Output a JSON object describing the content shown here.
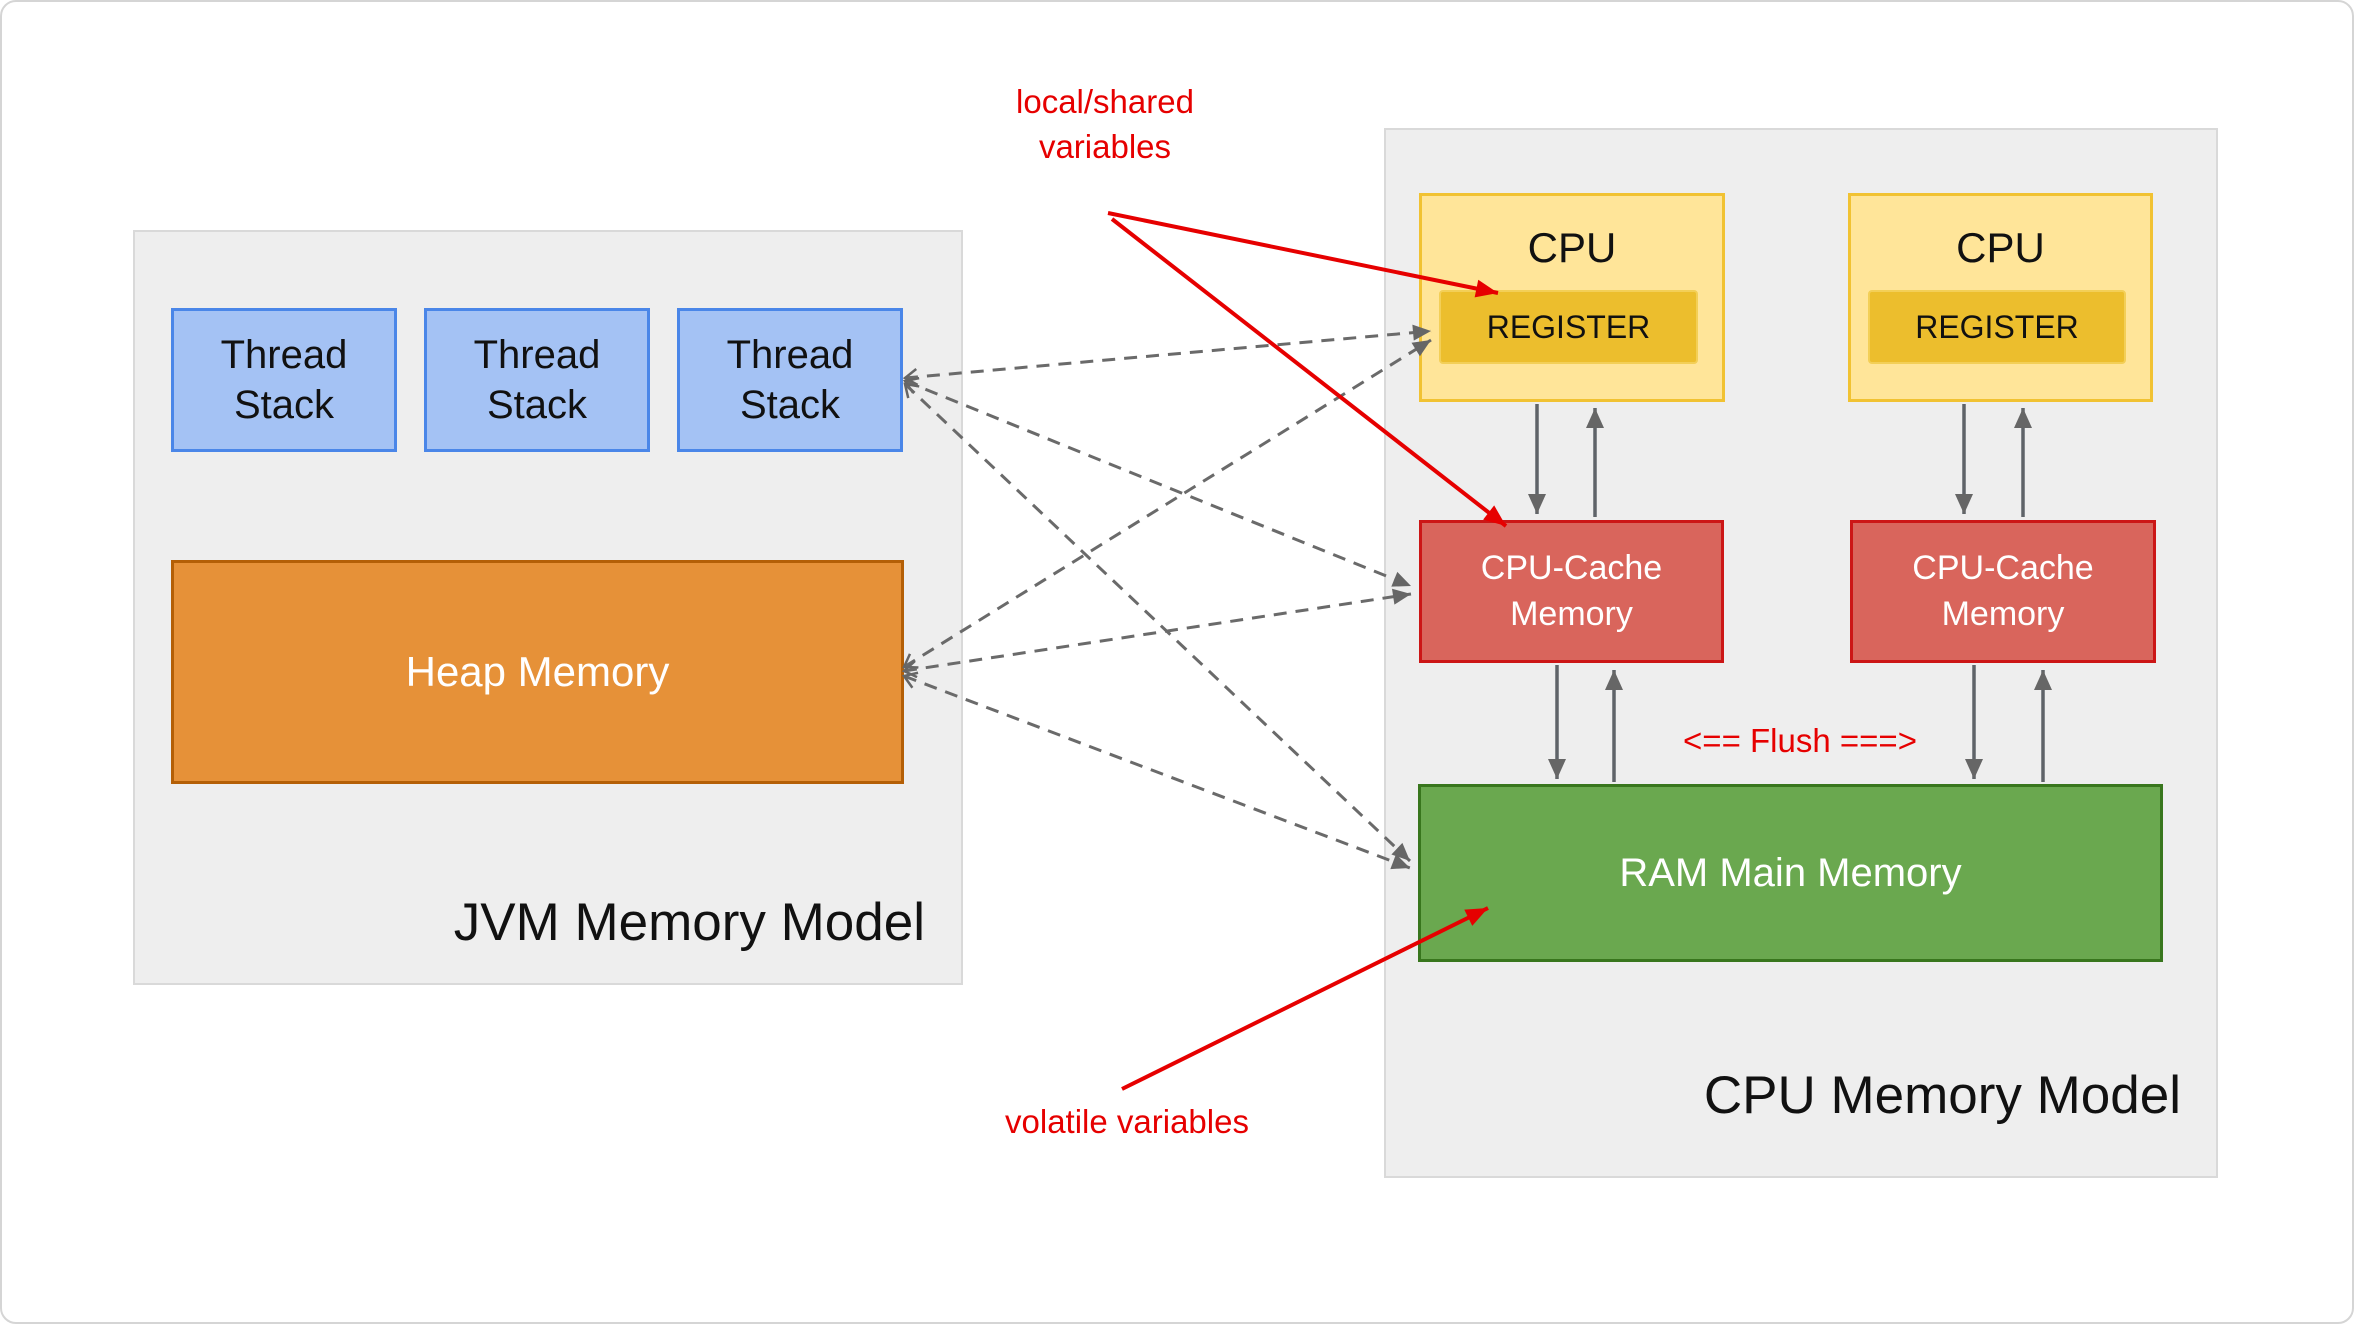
{
  "diagram_title": "JVM vs CPU memory model diagram",
  "colors": {
    "annotation_red": "#e60000",
    "panel_bg": "#eeeeee",
    "panel_border": "#d9d9d9",
    "thread_fill": "#a4c2f4",
    "thread_border": "#4a86e8",
    "heap_fill": "#e69138",
    "heap_border": "#b45f06",
    "cpu_fill": "#ffe599",
    "cpu_border": "#f1c232",
    "register_fill": "#ecbe2d",
    "cache_fill": "#d9655c",
    "cache_border": "#cc1616",
    "ram_fill": "#6aa84f",
    "ram_border": "#38761d",
    "arrow_gray": "#666666"
  },
  "jvm_panel": {
    "label": "JVM Memory Model",
    "thread_stacks": [
      {
        "label": "Thread Stack"
      },
      {
        "label": "Thread Stack"
      },
      {
        "label": "Thread Stack"
      }
    ],
    "heap": {
      "label": "Heap Memory"
    }
  },
  "cpu_panel": {
    "label": "CPU Memory Model",
    "cpu1": {
      "label": "CPU",
      "register": "REGISTER"
    },
    "cpu2": {
      "label": "CPU",
      "register": "REGISTER"
    },
    "cache1": {
      "label": "CPU-Cache Memory"
    },
    "cache2": {
      "label": "CPU-Cache Memory"
    },
    "ram": {
      "label": "RAM Main Memory"
    },
    "flush": "<== Flush ===>"
  },
  "annotations": {
    "local_shared_line1": "local/shared",
    "local_shared_line2": "variables",
    "volatile": "volatile variables"
  }
}
